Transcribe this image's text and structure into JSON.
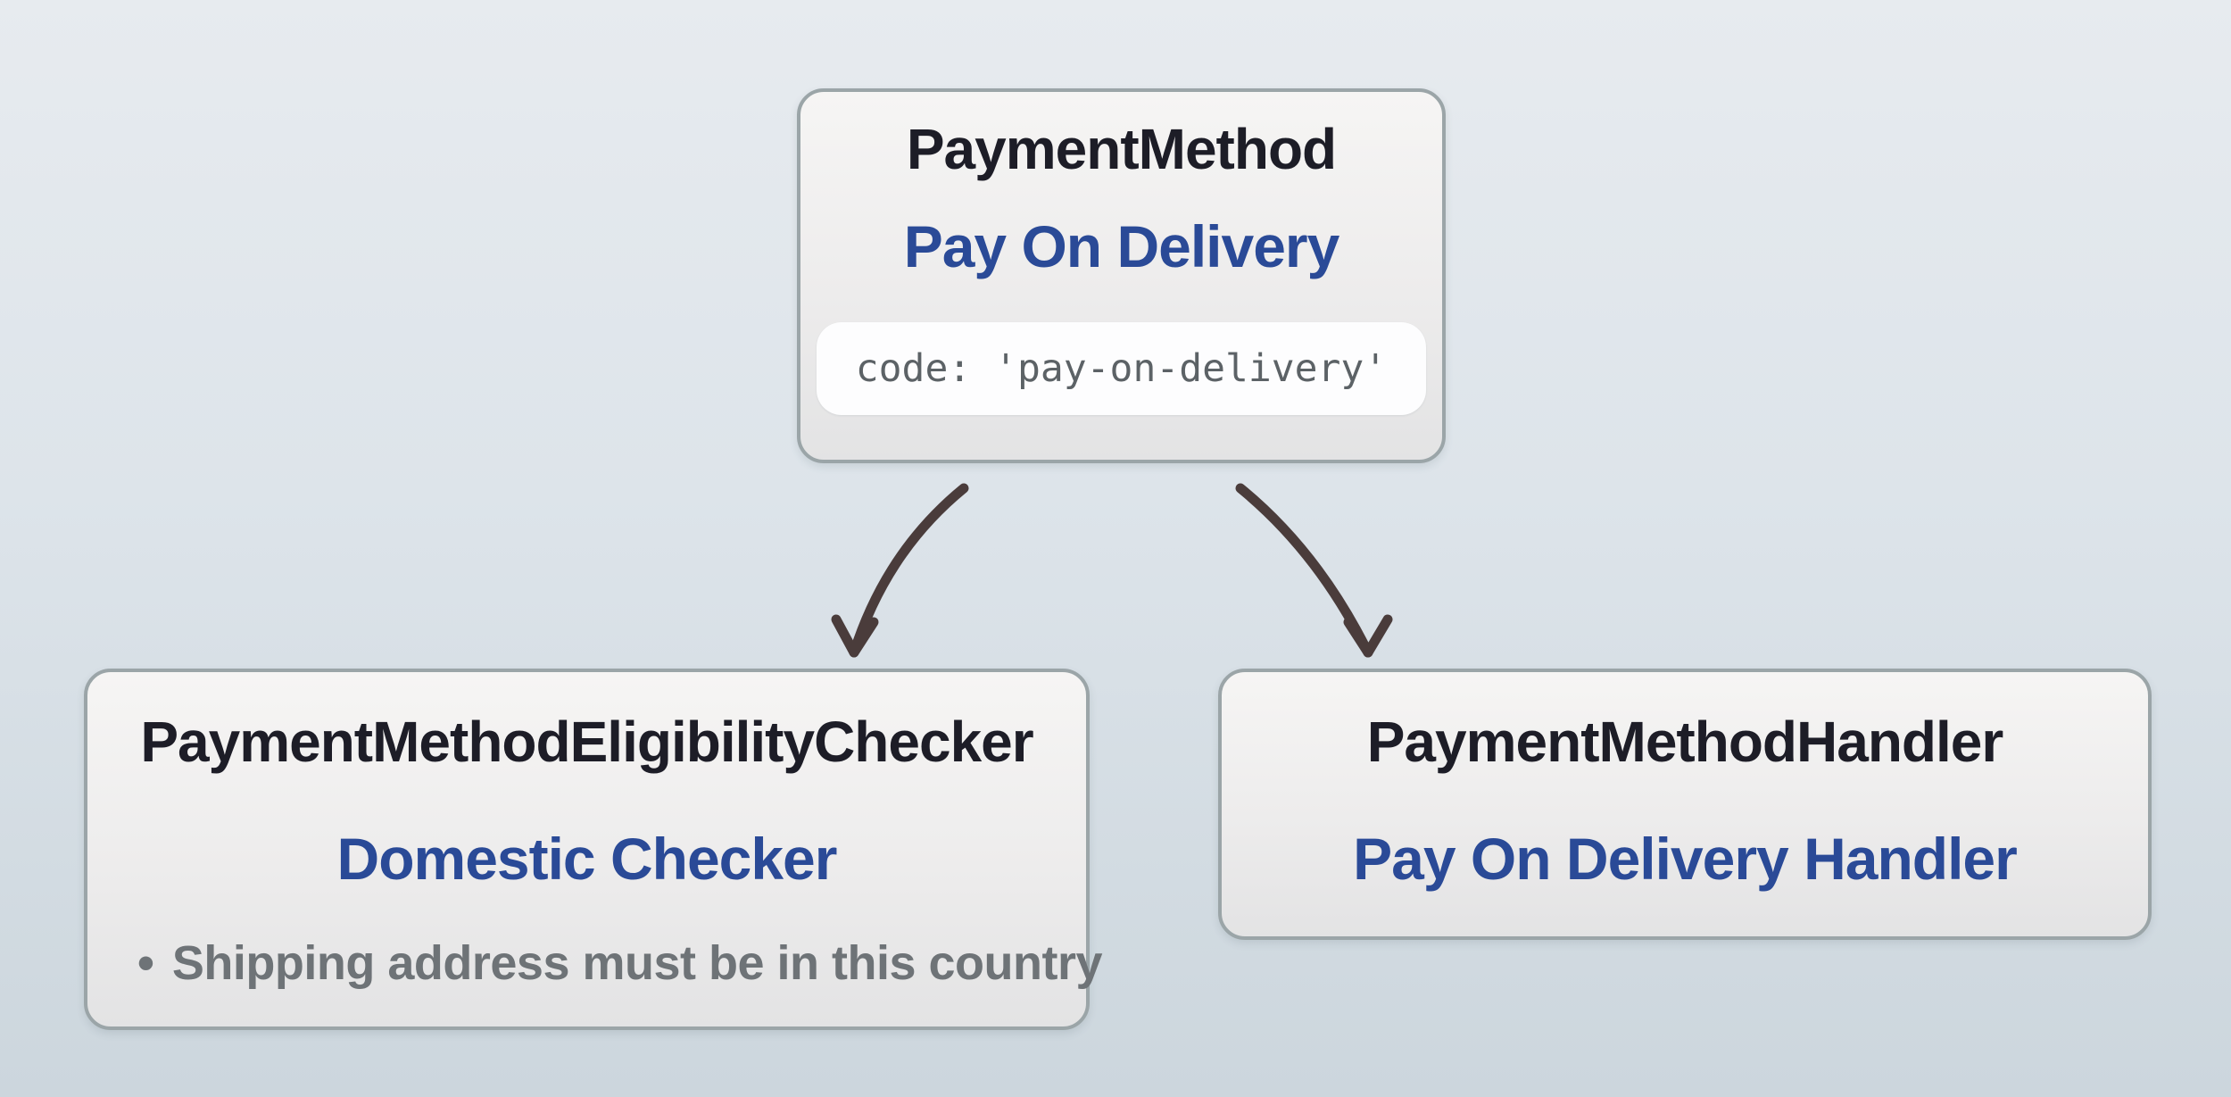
{
  "diagram": {
    "nodes": {
      "payment_method": {
        "title": "PaymentMethod",
        "subtitle": "Pay On Delivery",
        "code": "code: 'pay-on-delivery'"
      },
      "eligibility_checker": {
        "title": "PaymentMethodEligibilityChecker",
        "subtitle": "Domestic Checker",
        "bullet_marker": "•",
        "bullets": [
          "Shipping address must be in this country"
        ]
      },
      "handler": {
        "title": "PaymentMethodHandler",
        "subtitle": "Pay On Delivery Handler"
      }
    },
    "colors": {
      "background_top": "#e7ebef",
      "background_bottom": "#ccd6dd",
      "node_fill_top": "#f6f5f4",
      "node_fill_bottom": "#e3e3e4",
      "node_border": "#9ba5a8",
      "title_text": "#1d1d27",
      "subtitle_text": "#2a4a97",
      "bullet_text": "#6e7377",
      "code_text": "#5c6266",
      "code_pill_background": "#fdfdfe",
      "arrow": "#4a3c3b"
    }
  }
}
